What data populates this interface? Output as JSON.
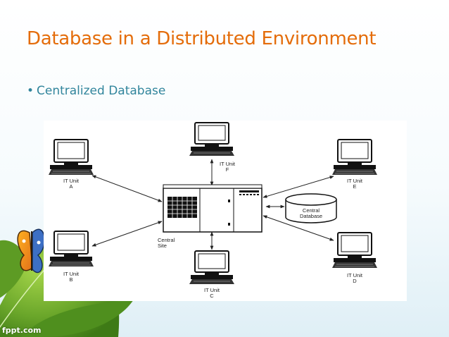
{
  "slide": {
    "title": "Database in a Distributed Environment",
    "bullet": "Centralized Database"
  },
  "diagram": {
    "units": [
      {
        "id": "A",
        "line1": "IT Unit",
        "line2": "A"
      },
      {
        "id": "B",
        "line1": "IT Unit",
        "line2": "B"
      },
      {
        "id": "C",
        "line1": "IT Unit",
        "line2": "C"
      },
      {
        "id": "D",
        "line1": "IT Unit",
        "line2": "D"
      },
      {
        "id": "E",
        "line1": "IT Unit",
        "line2": "E"
      },
      {
        "id": "F",
        "line1": "IT Unit",
        "line2": "F"
      }
    ],
    "central_site": {
      "line1": "Central",
      "line2": "Site"
    },
    "database": {
      "line1": "Central",
      "line2": "Database"
    }
  },
  "footer": {
    "watermark": "fppt.com"
  },
  "colors": {
    "title": "#e46c0a",
    "bullet": "#31859c"
  }
}
